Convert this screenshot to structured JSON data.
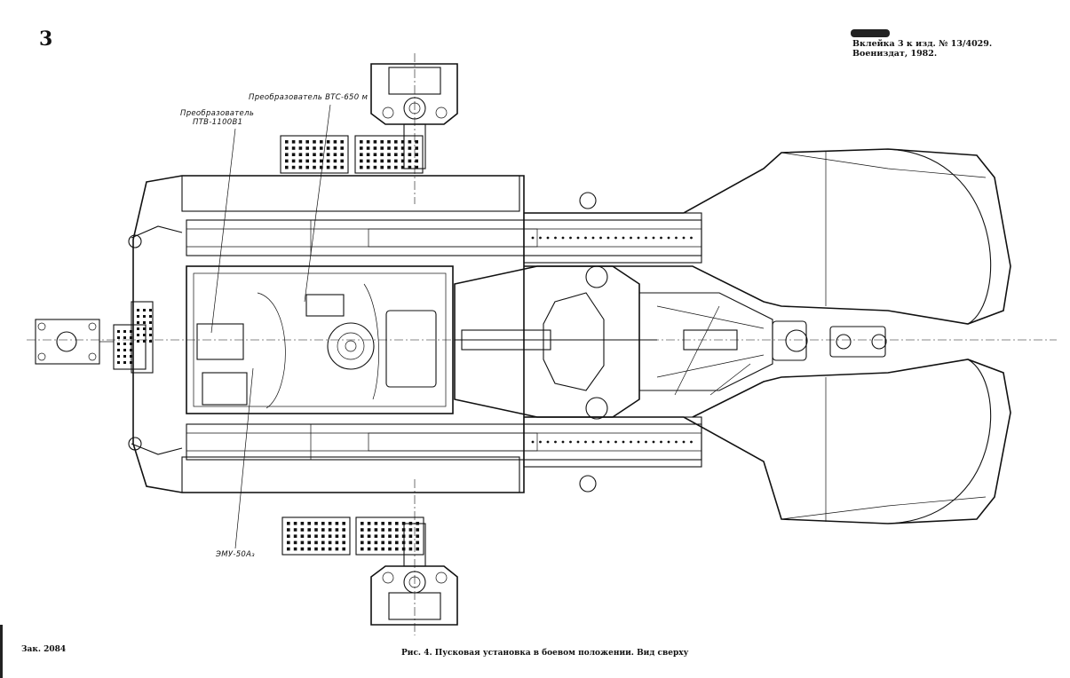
{
  "page": {
    "number": "3",
    "insert_note": "Вклейка 3 к изд. № 13/4029. Воениздат, 1982.",
    "order_no": "Зак. 2084",
    "caption": "Рис. 4. Пусковая установка в боевом положении. Вид сверху"
  },
  "callouts": [
    {
      "id": "converter-ptv",
      "lines": [
        "Преобразователь",
        "ПТВ-1100В1"
      ]
    },
    {
      "id": "converter-vts",
      "lines": [
        "Преобразователь ВТС-650 м"
      ]
    },
    {
      "id": "emu",
      "lines": [
        "ЭМУ-50А₃"
      ]
    }
  ]
}
